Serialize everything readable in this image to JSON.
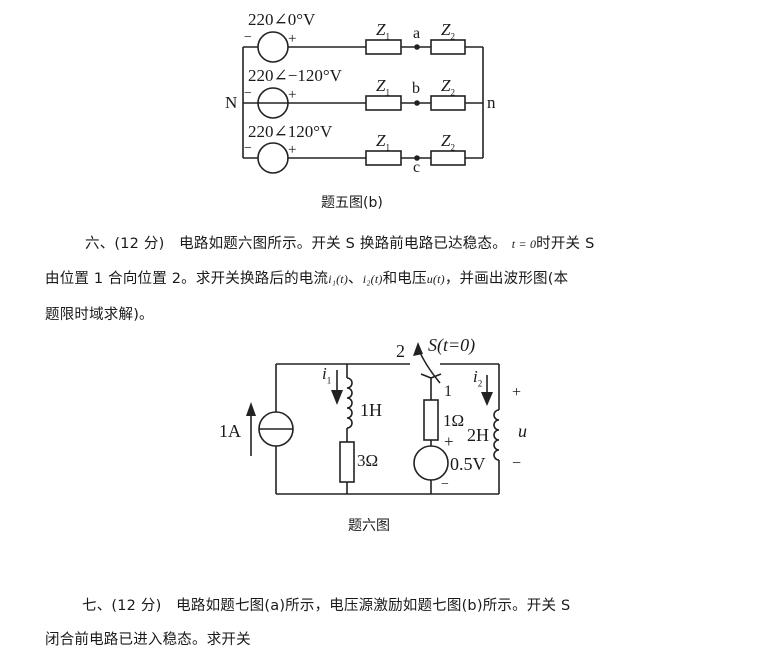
{
  "figure5b": {
    "caption": "题五图(b)",
    "node_left": "N",
    "node_right": "n",
    "phases": [
      {
        "source_label": "220∠0°V",
        "node": "a",
        "z1": "Z",
        "z1_sub": "1",
        "z2": "Z",
        "z2_sub": "2"
      },
      {
        "source_label": "220∠−120°V",
        "node": "b",
        "z1": "Z",
        "z1_sub": "1",
        "z2": "Z",
        "z2_sub": "2"
      },
      {
        "source_label": "220∠120°V",
        "node": "c",
        "z1": "Z",
        "z1_sub": "1",
        "z2": "Z",
        "z2_sub": "2"
      }
    ],
    "minus": "−",
    "plus": "+"
  },
  "problem6": {
    "line1_a": "六、(12 分)　电路如题六图所示。开关 S 换路前电路已达稳态。",
    "line1_math": "t = 0",
    "line1_b": "时开关 S",
    "line2_a": "由位置 1 合向位置 2。求开关换路后的电流",
    "line2_i1": "i₁(t)",
    "line2_sep": "、",
    "line2_i2": "i₂(t)",
    "line2_b": "和电压",
    "line2_u": "u(t)",
    "line2_c": "，并画出波形图(本",
    "line3": "题限时域求解)。"
  },
  "figure6": {
    "caption": "题六图",
    "current_source": "1A",
    "i1": "i",
    "i1_sub": "1",
    "inductor1": "1H",
    "resistor1": "3Ω",
    "switch_label": "S(t=0)",
    "switch_pos2": "2",
    "switch_pos1": "1",
    "resistor2": "1Ω",
    "voltage_source": "0.5V",
    "vs_plus": "+",
    "vs_minus": "−",
    "i2": "i",
    "i2_sub": "2",
    "inductor2": "2H",
    "u_label": "u",
    "u_plus": "+",
    "u_minus": "−"
  },
  "problem7": {
    "line1": "七、(12 分)　电路如题七图(a)所示，电压源激励如题七图(b)所示。开关 S",
    "line2": "闭合前电路已进入稳态。求开关"
  }
}
